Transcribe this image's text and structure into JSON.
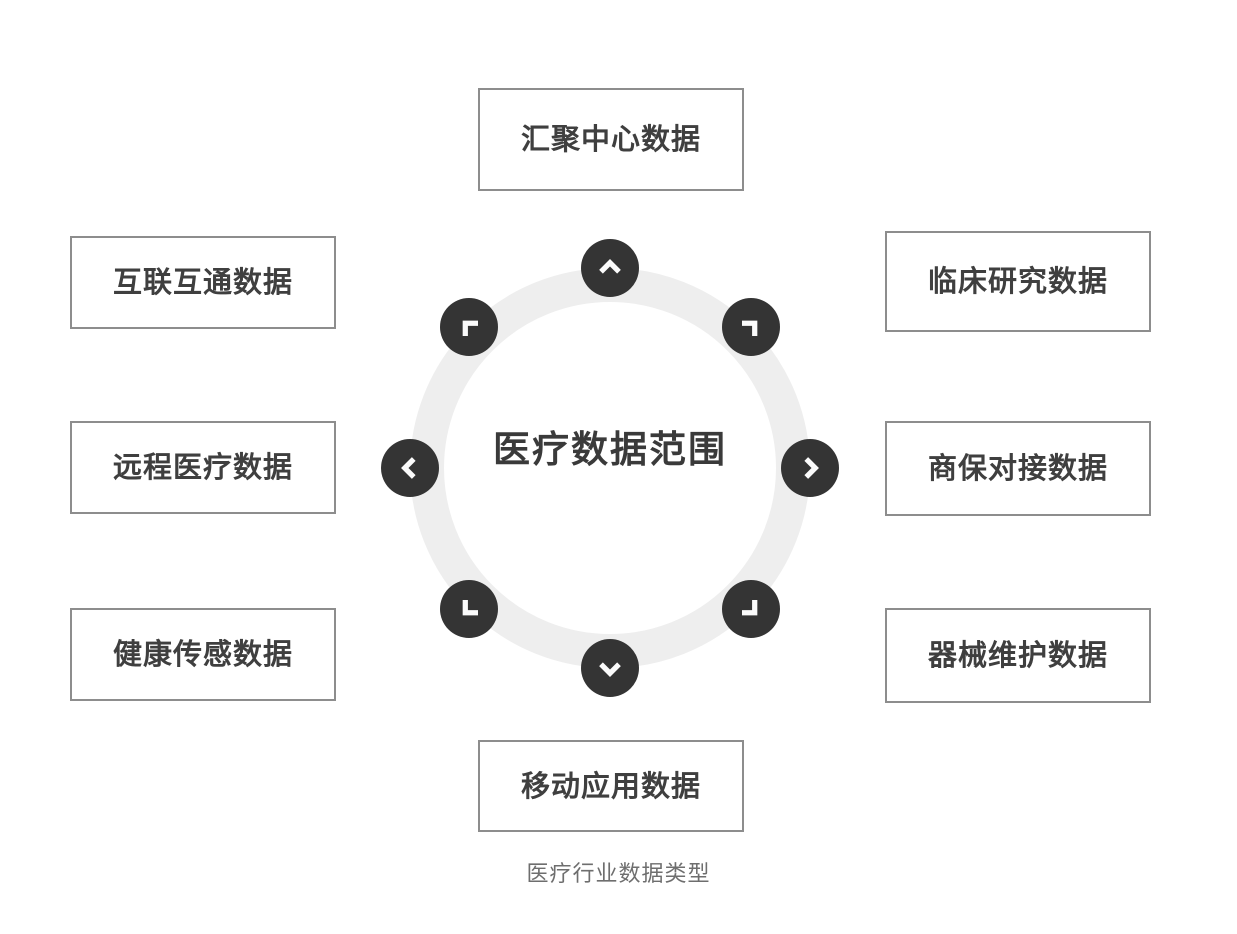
{
  "figure": {
    "caption": "医疗行业数据类型",
    "center_label": "医疗数据范围"
  },
  "colors": {
    "background": "#ffffff",
    "box_border": "#8d8d8d",
    "box_fill": "#ffffff",
    "box_text": "#3f3f3f",
    "ring": "#eeeeee",
    "badge_fill": "#343434",
    "badge_arrow": "#fbfbfb",
    "center_text": "#3a3a3a",
    "caption_text": "#6e6e6e"
  },
  "boxes": {
    "top": {
      "label": "汇聚中心数据"
    },
    "left": [
      {
        "label": "互联互通数据"
      },
      {
        "label": "远程医疗数据"
      },
      {
        "label": "健康传感数据"
      }
    ],
    "right": [
      {
        "label": "临床研究数据"
      },
      {
        "label": "商保对接数据"
      },
      {
        "label": "器械维护数据"
      }
    ],
    "bottom": {
      "label": "移动应用数据"
    }
  },
  "ring": {
    "badge_count": 8,
    "badges": [
      {
        "position": "north",
        "icon": "chevron-up-icon",
        "angle_deg": 0
      },
      {
        "position": "north-east",
        "icon": "chevron-up-right-icon",
        "angle_deg": 45
      },
      {
        "position": "east",
        "icon": "chevron-right-icon",
        "angle_deg": 90
      },
      {
        "position": "south-east",
        "icon": "chevron-down-right-icon",
        "angle_deg": 135
      },
      {
        "position": "south",
        "icon": "chevron-down-icon",
        "angle_deg": 180
      },
      {
        "position": "south-west",
        "icon": "chevron-down-left-icon",
        "angle_deg": 225
      },
      {
        "position": "west",
        "icon": "chevron-left-icon",
        "angle_deg": 270
      },
      {
        "position": "north-west",
        "icon": "chevron-up-left-icon",
        "angle_deg": 315
      }
    ]
  }
}
